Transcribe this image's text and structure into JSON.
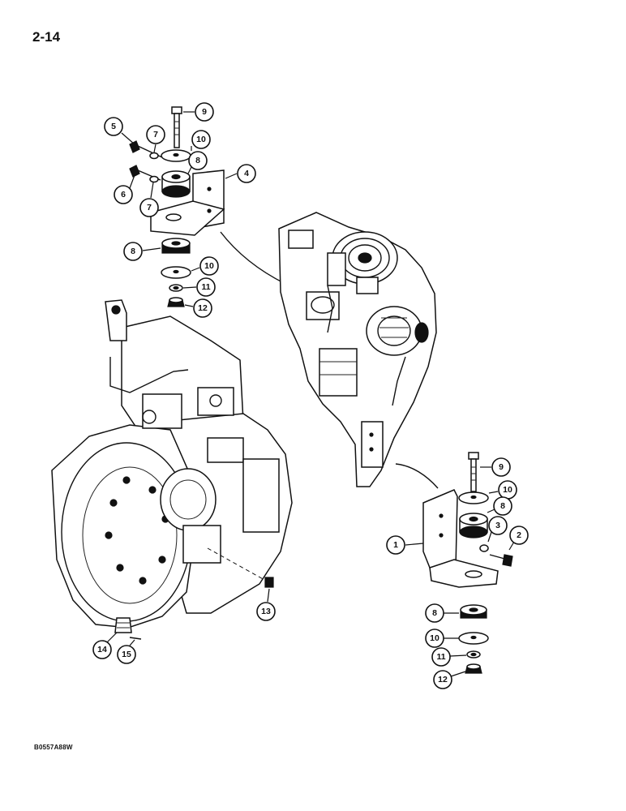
{
  "header": {
    "page_number": "2-14"
  },
  "footer": {
    "figure_code": "B0557A88W"
  },
  "callouts": {
    "upper_mount": [
      "5",
      "7",
      "6",
      "7",
      "9",
      "10",
      "8",
      "4",
      "8",
      "10",
      "11",
      "12"
    ],
    "lower_mount": [
      "9",
      "10",
      "8",
      "3",
      "2",
      "1",
      "8",
      "10",
      "11",
      "12"
    ],
    "flywheel_housing": [
      "13",
      "14",
      "15"
    ]
  }
}
